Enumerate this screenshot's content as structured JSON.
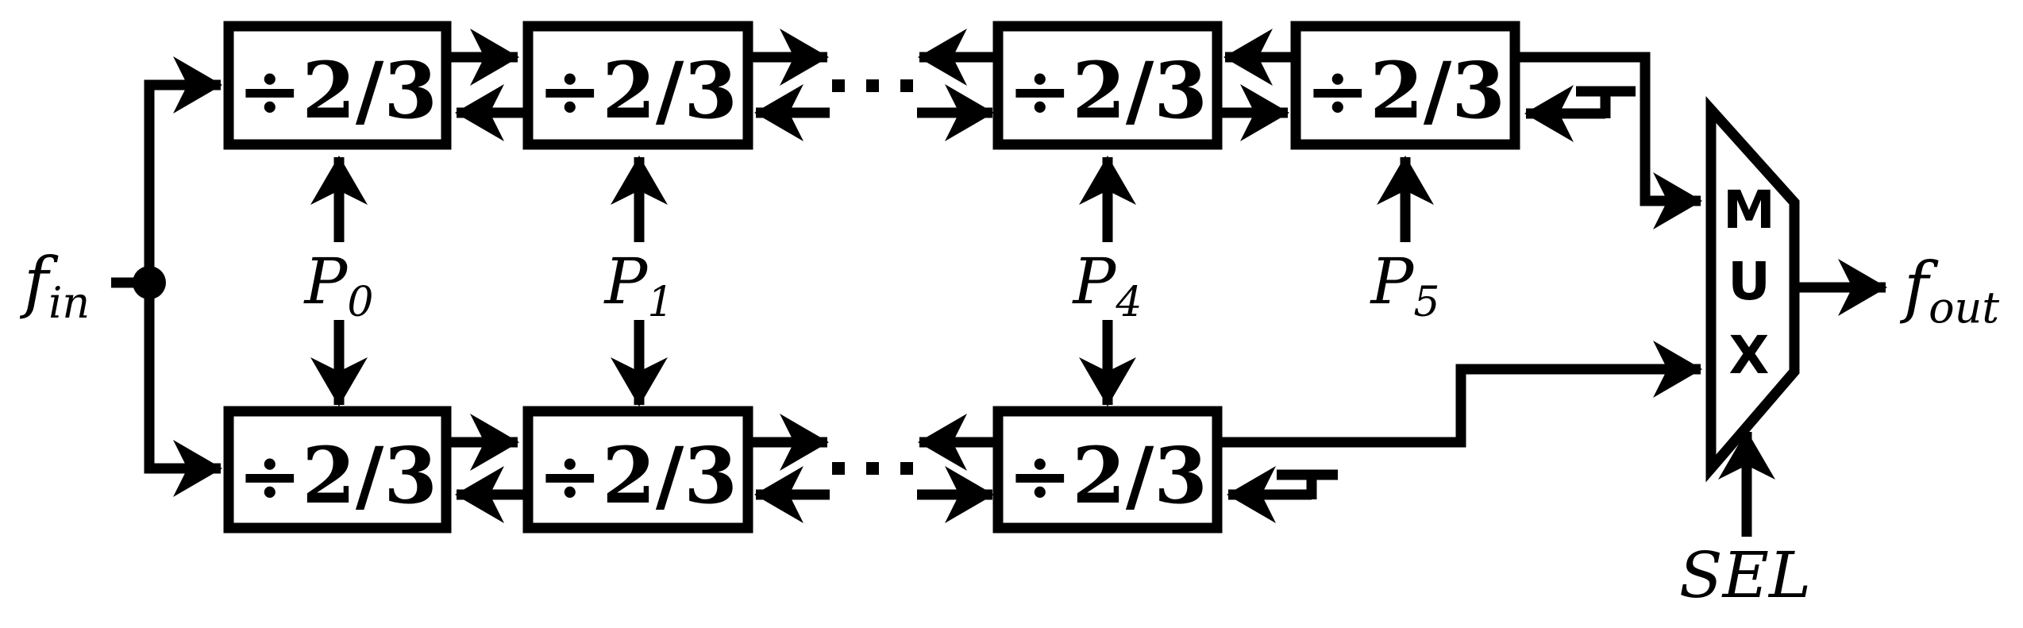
{
  "diagram": {
    "colors": {
      "line": "#000000",
      "background": "#ffffff"
    },
    "cells": {
      "top_row": [
        {
          "label": "÷2/3"
        },
        {
          "label": "÷2/3"
        },
        {
          "label": "÷2/3"
        },
        {
          "label": "÷2/3"
        }
      ],
      "bottom_row": [
        {
          "label": "÷2/3"
        },
        {
          "label": "÷2/3"
        },
        {
          "label": "÷2/3"
        }
      ]
    },
    "ellipsis": "···",
    "labels": {
      "fin": {
        "base": "f",
        "sub": "in"
      },
      "fout": {
        "base": "f",
        "sub": "out"
      },
      "sel": "SEL",
      "p": [
        {
          "base": "P",
          "sub": "0"
        },
        {
          "base": "P",
          "sub": "1"
        },
        {
          "base": "P",
          "sub": "4"
        },
        {
          "base": "P",
          "sub": "5"
        }
      ]
    },
    "mux": {
      "letters": [
        "M",
        "U",
        "X"
      ]
    }
  }
}
